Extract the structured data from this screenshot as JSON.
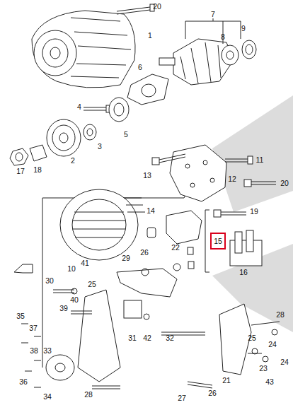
{
  "diagram": {
    "nodes": [
      {
        "text": [
          "15"
        ]
      }
    ],
    "edges": [],
    "labels": [
      "20",
      "1",
      "7",
      "8",
      "9",
      "6",
      "4",
      "5",
      "3",
      "2",
      "18",
      "17",
      "11",
      "13",
      "12",
      "20",
      "19",
      "14",
      "16",
      "10",
      "41",
      "29",
      "26",
      "22",
      "25",
      "30",
      "40",
      "39",
      "31",
      "42",
      "32",
      "35",
      "37",
      "33",
      "38",
      "36",
      "34",
      "28",
      "28",
      "24",
      "25",
      "23",
      "24",
      "21",
      "43",
      "26",
      "27"
    ]
  }
}
